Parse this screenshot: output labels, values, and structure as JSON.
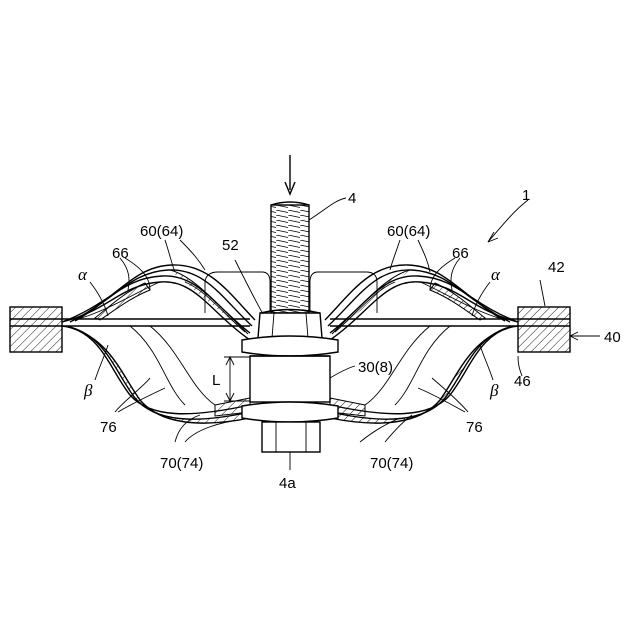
{
  "figure": {
    "labels": {
      "assembly": "1",
      "bolt": "4",
      "bolt_lower": "4a",
      "upper_plates_left": "60(64)",
      "upper_plates_right": "60(64)",
      "lower_plates_left": "70(74)",
      "lower_plates_right": "70(74)",
      "nut_top": "52",
      "spacer": "30(8)",
      "length": "L",
      "flange_right": "42",
      "plate": "40",
      "ring_right": "46",
      "bend_66_left": "66",
      "bend_66_right": "66",
      "bend_76_left": "76",
      "bend_76_right": "76",
      "alpha_left": "α",
      "alpha_right": "α",
      "beta_left": "β",
      "beta_right": "β"
    }
  }
}
